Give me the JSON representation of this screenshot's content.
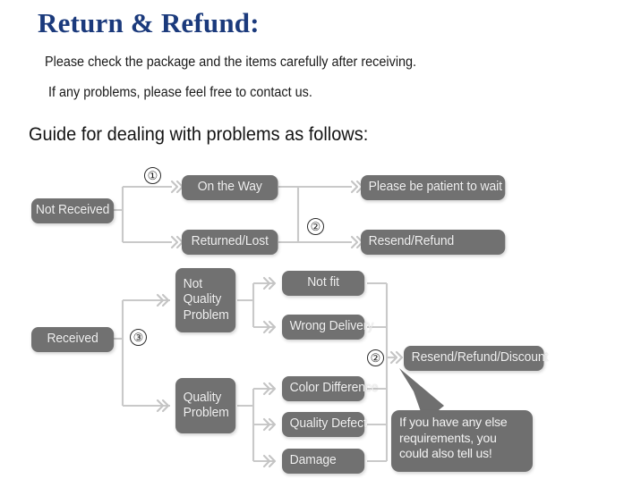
{
  "header": {
    "title": "Return & Refund:",
    "intro_line_1": "Please check the package and the items carefully after receiving.",
    "intro_line_2": "If any problems, please feel free to contact us.",
    "guide_heading": "Guide for dealing with problems as follows:"
  },
  "colors": {
    "title_blue": "#1b3a7c",
    "node_gray": "#717171",
    "callout_gray": "#6f6f6f",
    "wire_gray": "#c9c9c9",
    "text_black": "#1a1a1a"
  },
  "flowchart": {
    "nodes": {
      "not_received": "Not Received",
      "on_the_way": "On the Way",
      "returned_lost": "Returned/Lost",
      "please_be_patient": "Please be patient to wait",
      "resend_refund": "Resend/Refund",
      "received": "Received",
      "not_quality_problem": "Not\nQuality\nProblem",
      "not_fit": "Not fit",
      "wrong_delivery": "Wrong Delivery",
      "quality_problem": "Quality\nProblem",
      "color_difference": "Color Difference",
      "quality_defect": "Quality Defect",
      "damage": "Damage",
      "resend_refund_discount": "Resend/Refund/Discount"
    },
    "step_numbers": {
      "step_1": "①",
      "step_2_top": "②",
      "step_3": "③",
      "step_2_bottom": "②"
    },
    "callout": "If you have any else requirements, you could also tell us!"
  }
}
